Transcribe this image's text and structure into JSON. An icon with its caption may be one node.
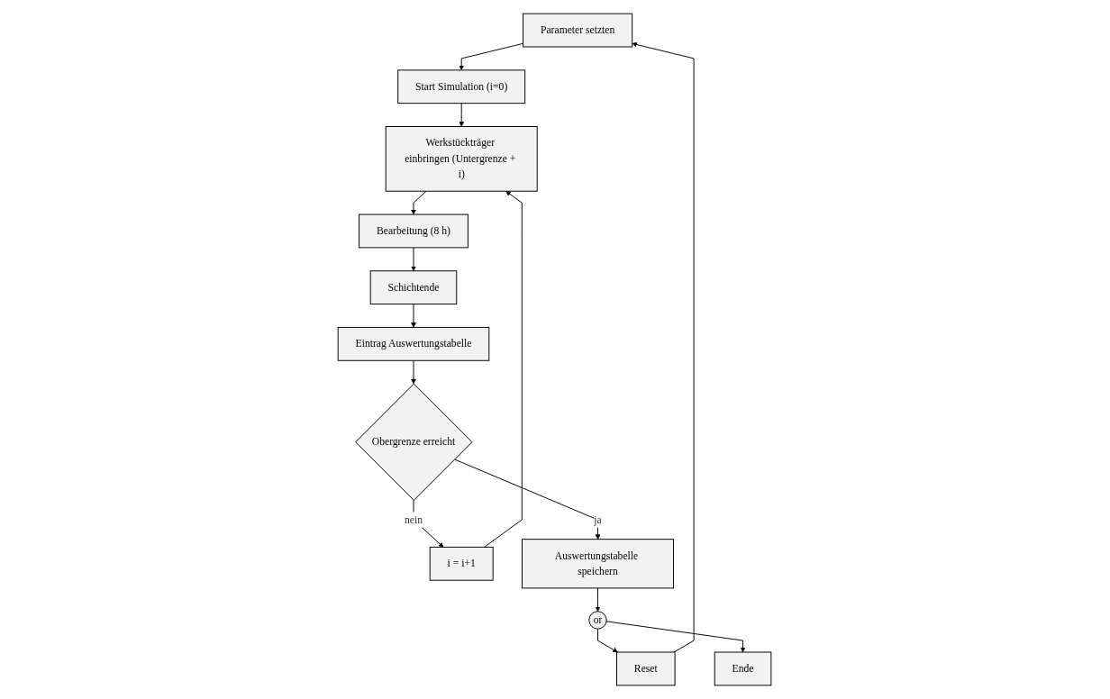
{
  "diagram": {
    "nodes": [
      {
        "text": [
          "Parameter setzten"
        ]
      },
      {
        "text": [
          "Start Simulation (i=0)"
        ]
      },
      {
        "text": [
          "Werkstückträger einbringen (Untergrenze + i)"
        ]
      },
      {
        "text": [
          "Bearbeitung (8 h)"
        ]
      },
      {
        "text": [
          "Schichtende"
        ]
      },
      {
        "text": [
          "Eintrag Auswertungstabelle"
        ]
      },
      {
        "text": [
          "Obergrenze erreicht"
        ]
      },
      {
        "text": [
          "i = i+1"
        ]
      },
      {
        "text": [
          "Auswertungstabelle speichern"
        ]
      },
      {
        "text": [
          "or"
        ]
      },
      {
        "text": [
          "Reset"
        ]
      },
      {
        "text": [
          "Ende"
        ]
      }
    ],
    "edges": [
      {
        "from": 0,
        "to": 1,
        "arrow": "to"
      },
      {
        "from": 1,
        "to": 2,
        "arrow": "to"
      },
      {
        "from": 2,
        "to": 3,
        "arrow": "to"
      },
      {
        "from": 3,
        "to": 4,
        "arrow": "to"
      },
      {
        "from": 4,
        "to": 5,
        "arrow": "to"
      },
      {
        "from": 5,
        "to": 6,
        "arrow": "to"
      },
      {
        "from": 6,
        "to": 7,
        "arrow": "to",
        "label": "nein"
      },
      {
        "from": 7,
        "to": 2,
        "arrow": "to"
      },
      {
        "from": 6,
        "to": 8,
        "arrow": "to",
        "label": "ja"
      },
      {
        "from": 8,
        "to": 9,
        "arrow": "to"
      },
      {
        "from": 9,
        "to": 10,
        "arrow": "to"
      },
      {
        "from": 9,
        "to": 11,
        "arrow": "to"
      },
      {
        "from": 10,
        "to": 0,
        "arrow": "to"
      }
    ]
  }
}
